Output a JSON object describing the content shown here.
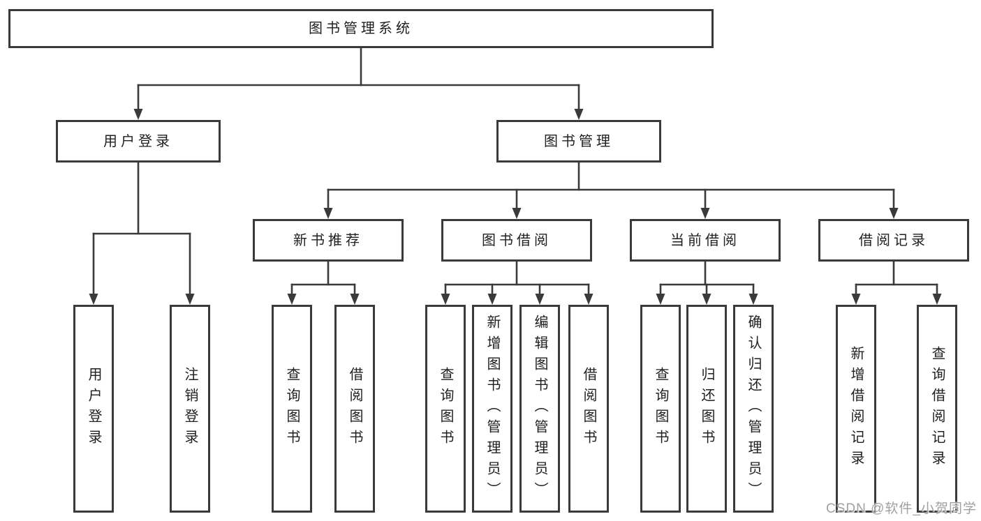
{
  "diagram": {
    "nodes": [
      {
        "id": "root",
        "label": "图书管理系统"
      },
      {
        "id": "user-login",
        "label": "用户登录"
      },
      {
        "id": "book-mgmt",
        "label": "图书管理"
      },
      {
        "id": "new-book-rec",
        "label": "新书推荐"
      },
      {
        "id": "book-borrow",
        "label": "图书借阅"
      },
      {
        "id": "current-borrow",
        "label": "当前借阅"
      },
      {
        "id": "borrow-records",
        "label": "借阅记录"
      },
      {
        "id": "leaf-user-login",
        "label": "用户登录"
      },
      {
        "id": "leaf-logout",
        "label": "注销登录"
      },
      {
        "id": "leaf-query-book-1",
        "label": "查询图书"
      },
      {
        "id": "leaf-borrow-book-1",
        "label": "借阅图书"
      },
      {
        "id": "leaf-query-book-2",
        "label": "查询图书"
      },
      {
        "id": "leaf-add-book",
        "label": "新增图书（管理员）"
      },
      {
        "id": "leaf-edit-book",
        "label": "编辑图书（管理员）"
      },
      {
        "id": "leaf-borrow-book-2",
        "label": "借阅图书"
      },
      {
        "id": "leaf-query-book-3",
        "label": "查询图书"
      },
      {
        "id": "leaf-return-book",
        "label": "归还图书"
      },
      {
        "id": "leaf-confirm-return",
        "label": "确认归还（管理员）"
      },
      {
        "id": "leaf-add-borrow-rec",
        "label": "新增借阅记录"
      },
      {
        "id": "leaf-query-borrow-rec",
        "label": "查询借阅记录"
      }
    ],
    "edges": [
      [
        "root",
        "user-login"
      ],
      [
        "root",
        "book-mgmt"
      ],
      [
        "user-login",
        "leaf-user-login"
      ],
      [
        "user-login",
        "leaf-logout"
      ],
      [
        "book-mgmt",
        "new-book-rec"
      ],
      [
        "book-mgmt",
        "book-borrow"
      ],
      [
        "book-mgmt",
        "current-borrow"
      ],
      [
        "book-mgmt",
        "borrow-records"
      ],
      [
        "new-book-rec",
        "leaf-query-book-1"
      ],
      [
        "new-book-rec",
        "leaf-borrow-book-1"
      ],
      [
        "book-borrow",
        "leaf-query-book-2"
      ],
      [
        "book-borrow",
        "leaf-add-book"
      ],
      [
        "book-borrow",
        "leaf-edit-book"
      ],
      [
        "book-borrow",
        "leaf-borrow-book-2"
      ],
      [
        "current-borrow",
        "leaf-query-book-3"
      ],
      [
        "current-borrow",
        "leaf-return-book"
      ],
      [
        "current-borrow",
        "leaf-confirm-return"
      ],
      [
        "borrow-records",
        "leaf-add-borrow-rec"
      ],
      [
        "borrow-records",
        "leaf-query-borrow-rec"
      ]
    ]
  },
  "watermark": {
    "text": "CSDN @软件_小贺同学"
  },
  "colors": {
    "line": "#3a3a3a",
    "box_border": "#3a3a3a",
    "text": "#1f1f1f",
    "background": "#ffffff",
    "watermark": "#a0a0a0"
  }
}
